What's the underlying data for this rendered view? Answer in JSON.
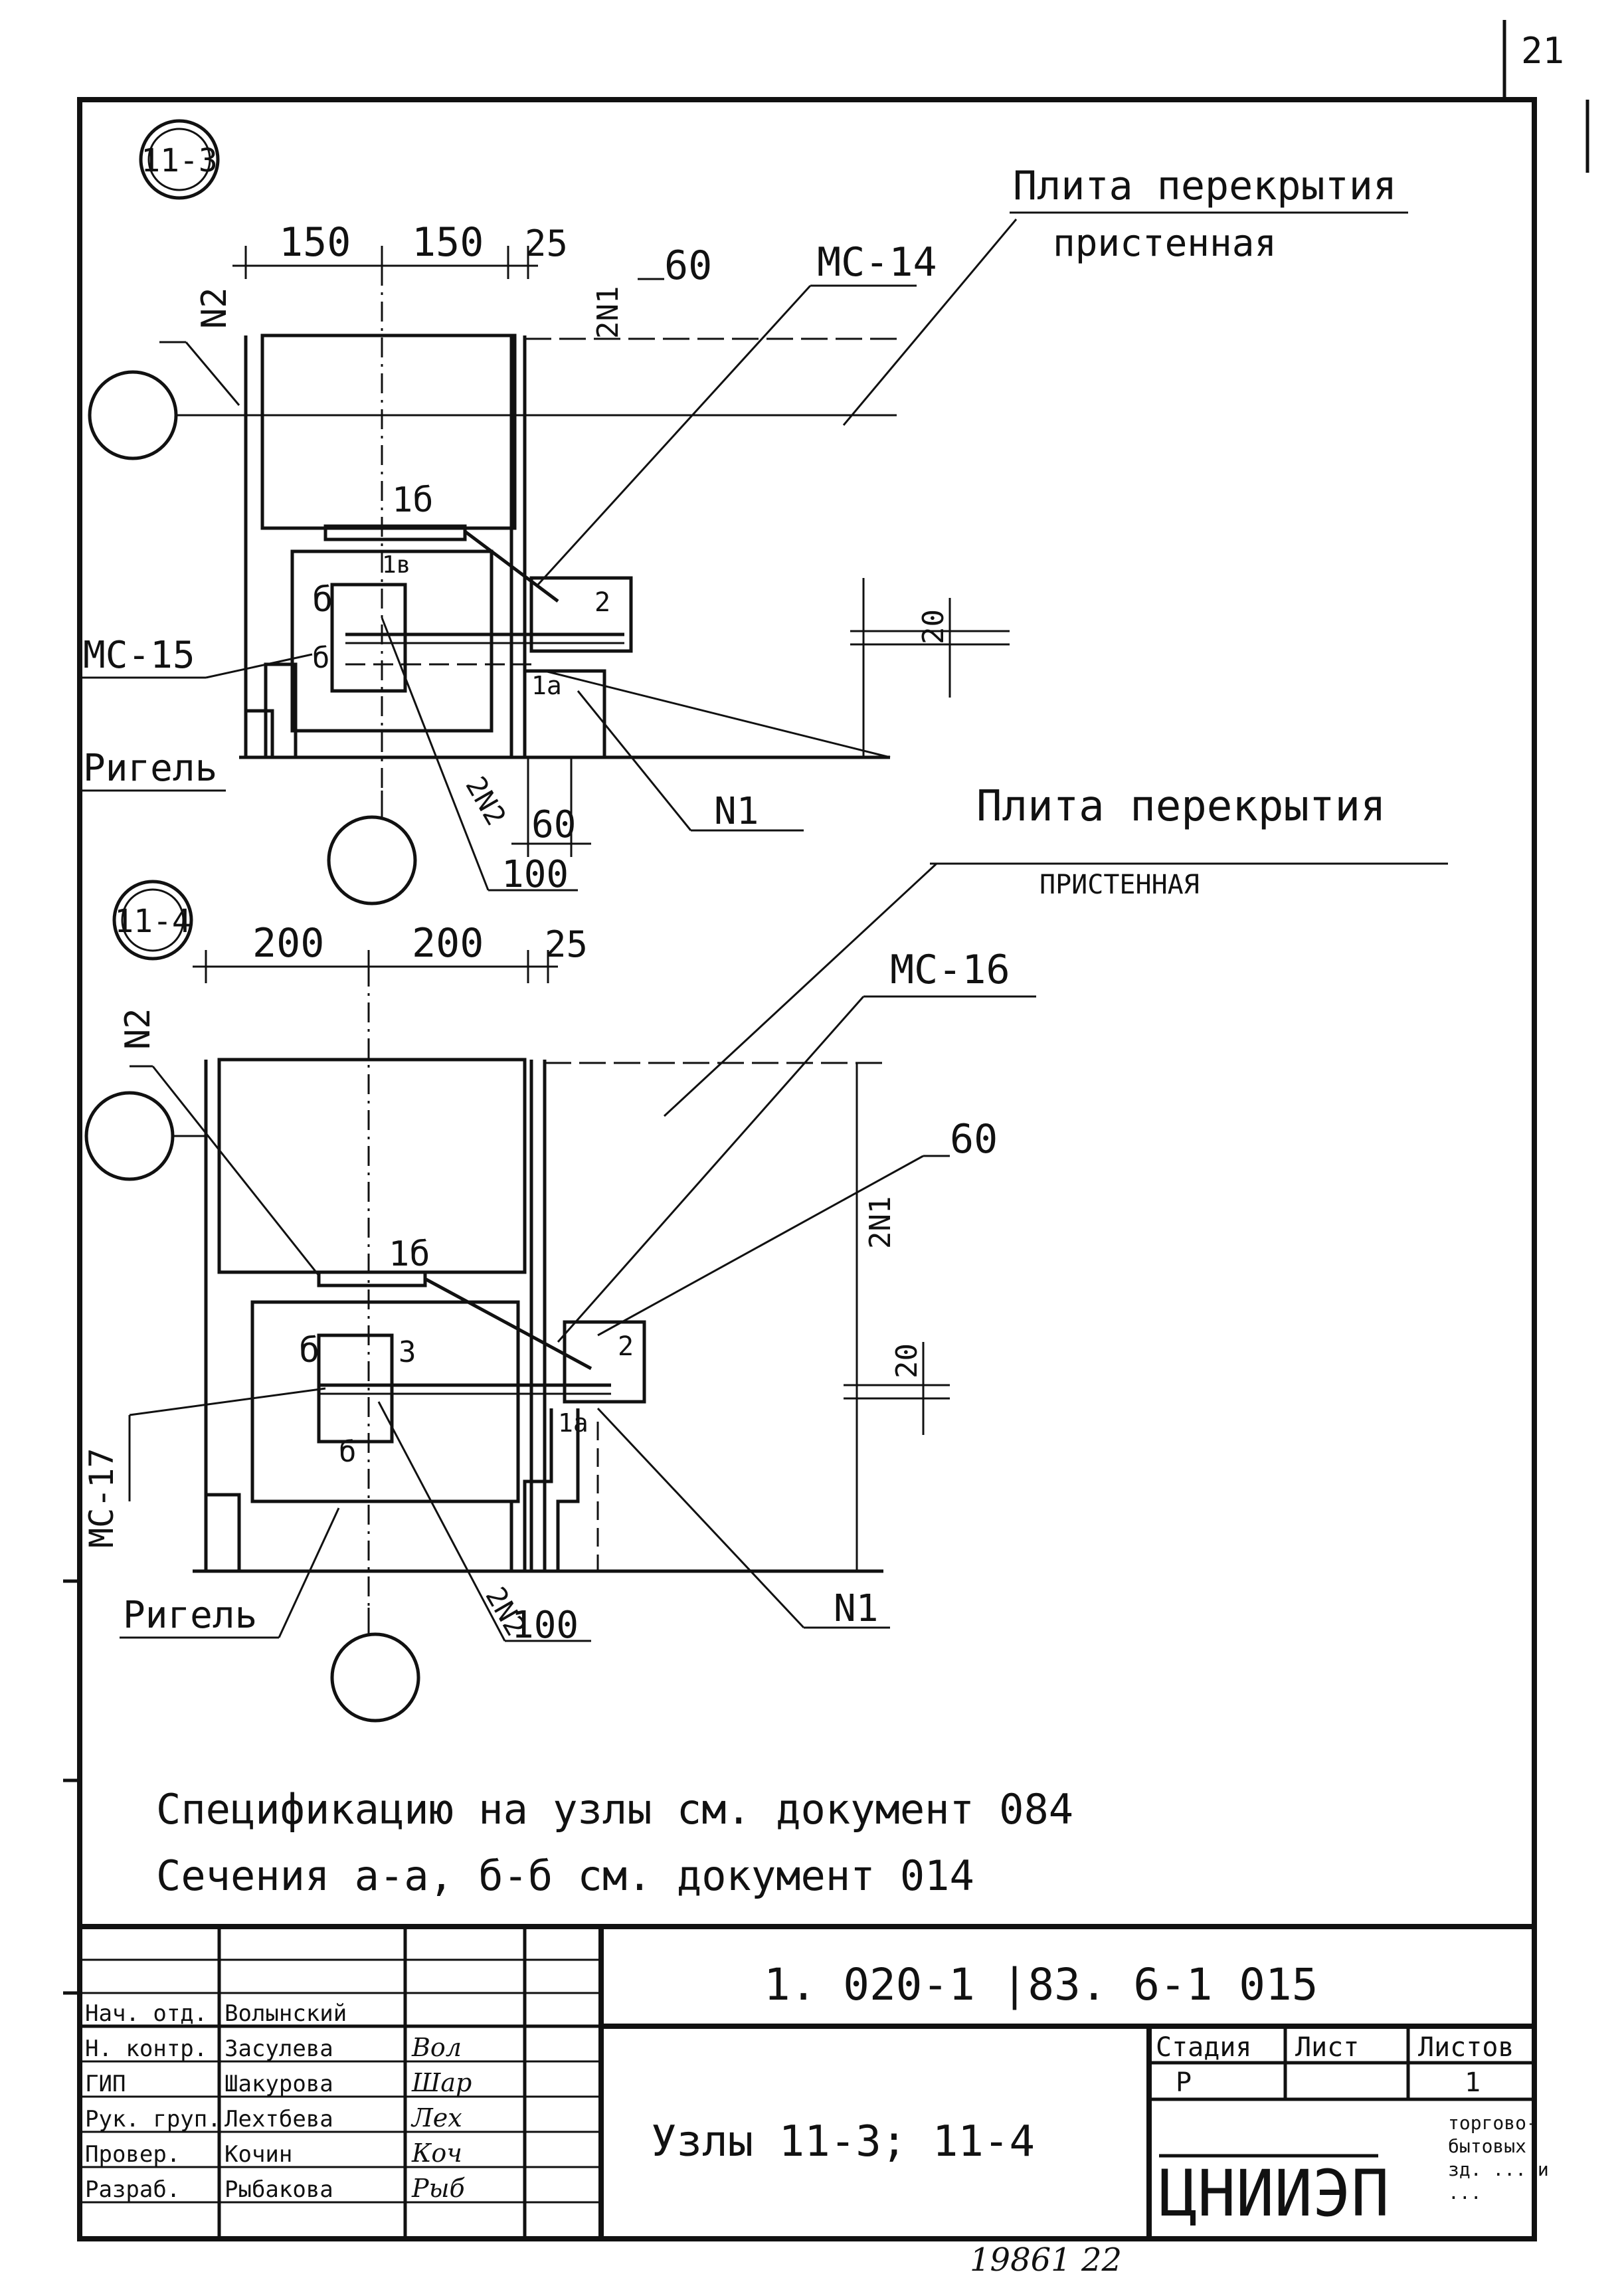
{
  "page_number": "21",
  "node_a": {
    "marker": "11-3",
    "dims_top": [
      "150",
      "150",
      "25"
    ],
    "dim_60": "60",
    "dim_2n1": "2N1",
    "dim_20": "20",
    "dim_60_bottom": "60",
    "dim_100": "100",
    "dim_2n2": "2N2",
    "n2_label": "N2",
    "mc_top": "MC-14",
    "mc_left": "MC-15",
    "n1_label": "N1",
    "rigel": "Ригель",
    "plate_title": "Плита перекрытия",
    "plate_sub": "пристенная",
    "mark_1b": "1б",
    "mark_1v": "1в",
    "mark_1a": "1а",
    "mark_b_top": "б",
    "mark_b_bot": "б",
    "mark_2": "2"
  },
  "node_b": {
    "marker": "11-4",
    "dims_top": [
      "200",
      "200",
      "25"
    ],
    "dim_60": "60",
    "dim_2n1": "2N1",
    "dim_20": "20",
    "dim_100": "100",
    "dim_2n2": "2N2",
    "n2_label": "N2",
    "mc_top": "MC-16",
    "mc_left": "MC-17",
    "n1_label": "N1",
    "rigel": "Ригель",
    "plate_title": "Плита перекрытия",
    "plate_sub": "ПРИСТЕННАЯ",
    "mark_1b": "1б",
    "mark_1a": "1а",
    "mark_3": "3",
    "mark_b_top": "б",
    "mark_b_bot": "б",
    "mark_2": "2"
  },
  "notes": [
    "Спецификацию на узлы см. документ 084",
    "Сечения а-а, б-б см. документ 014"
  ],
  "title_block": {
    "doc_code": "1. 020-1 |83. 6-1 015",
    "sheet_title": "Узлы 11-3; 11-4",
    "stage_header": "Стадия",
    "sheet_header": "Лист",
    "sheets_header": "Листов",
    "stage_value": "Р",
    "sheets_value": "1",
    "org": "ЦНИИЭП",
    "org_sub": [
      "торгово-",
      "бытовых",
      "зд. ... и",
      "..."
    ],
    "roles": [
      "Нач. отд.",
      "Н. контр.",
      "ГИП",
      "Рук. груп.",
      "Провер.",
      "Разраб."
    ],
    "names": [
      "Волынский",
      "Засулева",
      "Шакурова",
      "Лехтбева",
      "Кочин",
      "Рыбакова"
    ],
    "signatures": [
      "Вол",
      "Шар",
      "Лех",
      "Коч",
      "Рыб"
    ]
  },
  "footer_number": "19861  22"
}
